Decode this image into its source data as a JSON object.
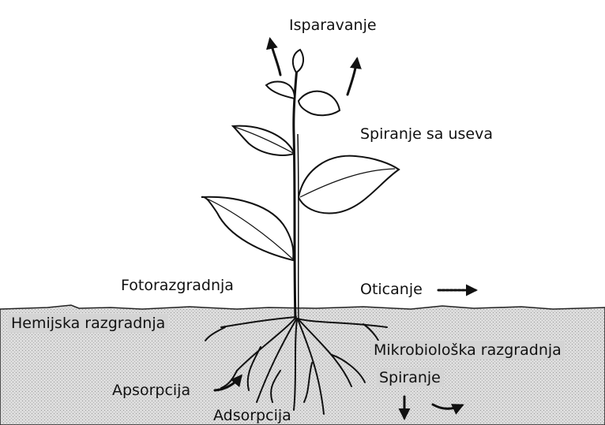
{
  "labels": {
    "evaporation": "Isparavanje",
    "crop_washoff": "Spiranje sa useva",
    "photodegradation": "Fotorazgradnja",
    "runoff": "Oticanje",
    "chemical_degradation": "Hemijska razgradnja",
    "microbial_degradation": "Mikrobiološka razgradnja",
    "absorption": "Apsorpcija",
    "leaching": "Spiranje",
    "adsorption": "Adsorpcija"
  },
  "colors": {
    "soil": "#d9d9d9",
    "label_box": "#d4d4d4",
    "ink": "#111111"
  },
  "icons": {
    "evaporation_arrows": "arrow-up-icon",
    "runoff_arrow": "arrow-right-icon",
    "absorption_arrow": "arrow-right-icon",
    "leaching_arrows": "arrow-down-icon"
  }
}
